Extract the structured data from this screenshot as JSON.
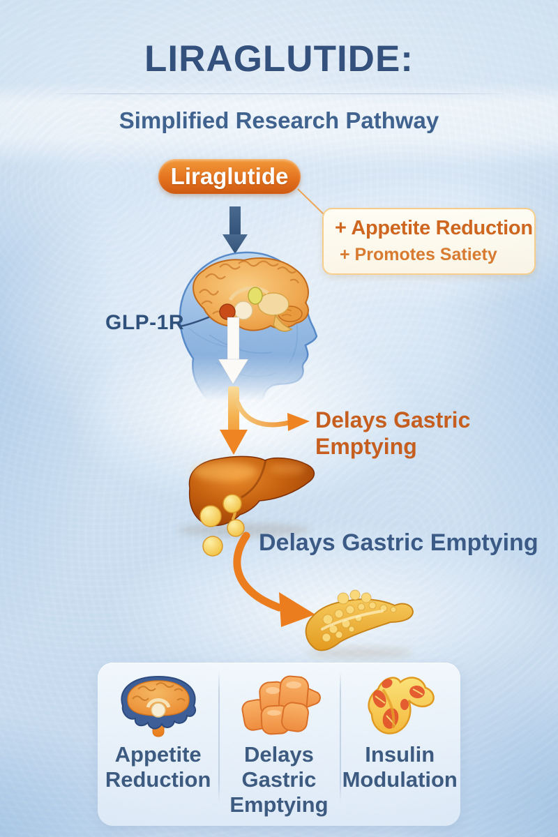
{
  "header": {
    "title": "LIRAGLUTIDE:",
    "subtitle": "Simplified Research Pathway"
  },
  "pathway": {
    "drug_label": "Liraglutide",
    "receptor_label": "GLP-1R",
    "callout_line1": "+ Appetite Reduction",
    "callout_line2": "+ Promotes Satiety",
    "gastric_effect_primary": "Delays Gastric Emptying",
    "gastric_effect_secondary": "Delays Gastric Emptying"
  },
  "summary_cards": [
    {
      "icon": "brain-icon",
      "label": "Appetite Reduction"
    },
    {
      "icon": "intestine-icon",
      "label": "Delays Gastric Emptying"
    },
    {
      "icon": "pancreas-icon",
      "label": "Insulin Modulation"
    }
  ],
  "colors": {
    "accent_orange": "#e07818",
    "deep_orange_text": "#c55e1f",
    "title_blue": "#33517c",
    "body_blue": "#3b5b86",
    "background_blue": "#cfe1f2",
    "head_blue": "#5b8fcc"
  }
}
